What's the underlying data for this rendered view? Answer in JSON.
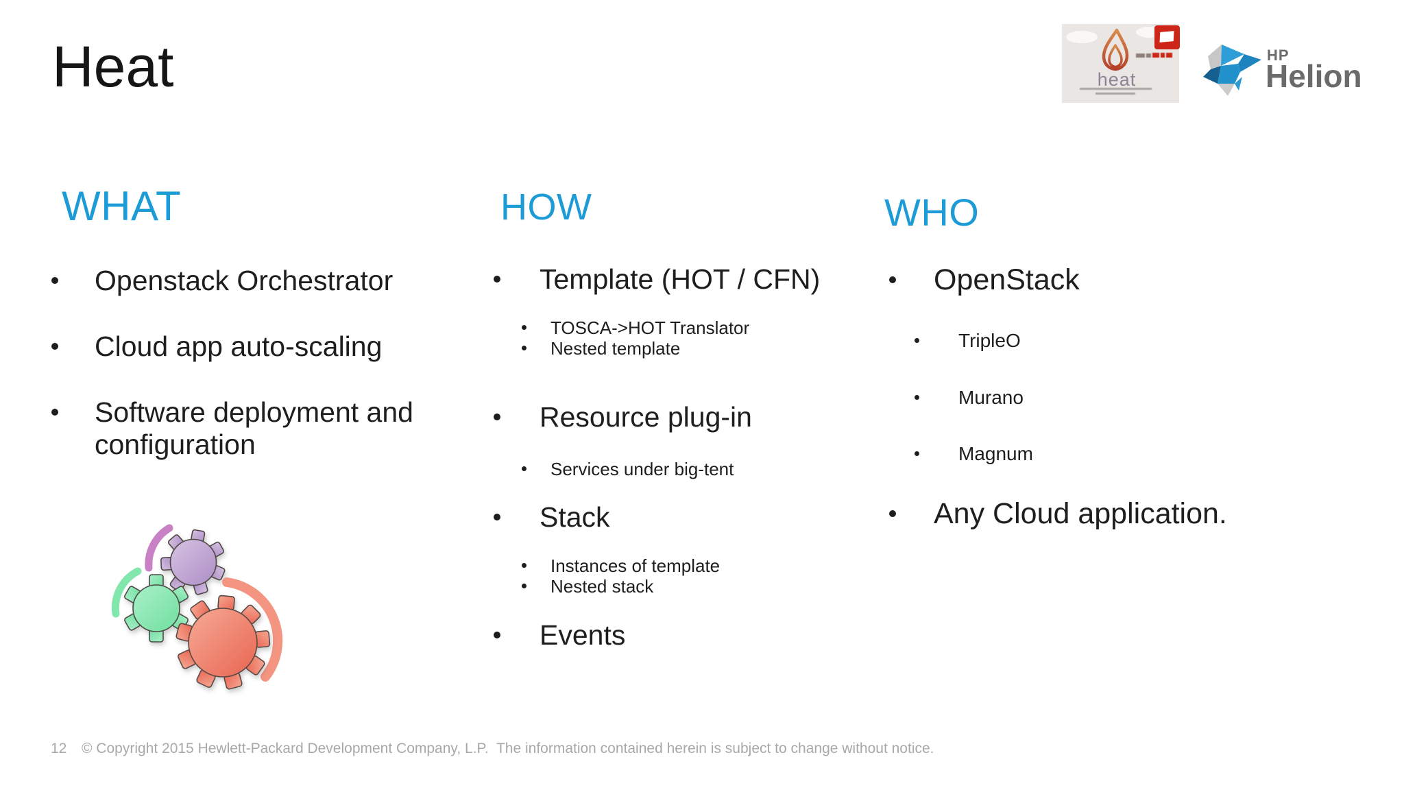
{
  "slide": {
    "title": "Heat",
    "page_number": "12",
    "footer": "© Copyright 2015 Hewlett-Packard Development Company, L.P.  The information contained herein is subject to change without notice."
  },
  "logos": {
    "heat": {
      "wordmark": "heat",
      "tagline_illegible": true,
      "flame_icon": "flame-icon",
      "badge_icon": "red-badge-icon"
    },
    "hp_helion": {
      "hp": "HP",
      "name": "Helion",
      "mark_icon": "hp-helion-cube-icon"
    }
  },
  "columns": {
    "what": {
      "heading": "WHAT",
      "bullets": [
        "Openstack Orchestrator",
        "Cloud app auto-scaling",
        "Software deployment and configuration"
      ]
    },
    "how": {
      "heading": "HOW",
      "items": [
        {
          "label": "Template (HOT / CFN)",
          "subs": [
            "TOSCA->HOT Translator",
            "Nested template"
          ]
        },
        {
          "label": "Resource plug-in",
          "subs": [
            "Services under big-tent"
          ]
        },
        {
          "label": "Stack",
          "subs": [
            "Instances of template",
            "Nested stack"
          ]
        },
        {
          "label": "Events",
          "subs": []
        }
      ]
    },
    "who": {
      "heading": "WHO",
      "items": [
        {
          "label": "OpenStack",
          "subs": [
            "TripleO",
            "Murano",
            "Magnum"
          ]
        },
        {
          "label": "Any Cloud application.",
          "subs": []
        }
      ]
    }
  },
  "illustration": {
    "gears_icon": "gears-illustration"
  },
  "colors": {
    "accent_blue": "#1d9bd7",
    "body_text": "#1e1e1e",
    "footer_text": "#a8a8a8",
    "heat_flame": "#c4512f",
    "badge_red": "#cd2518",
    "helion_blue": "#2191cc",
    "helion_gray": "#6b6b6b",
    "gear_purple": "#c3a8d4",
    "gear_green": "#8fe7b4",
    "gear_red": "#ef8472"
  }
}
